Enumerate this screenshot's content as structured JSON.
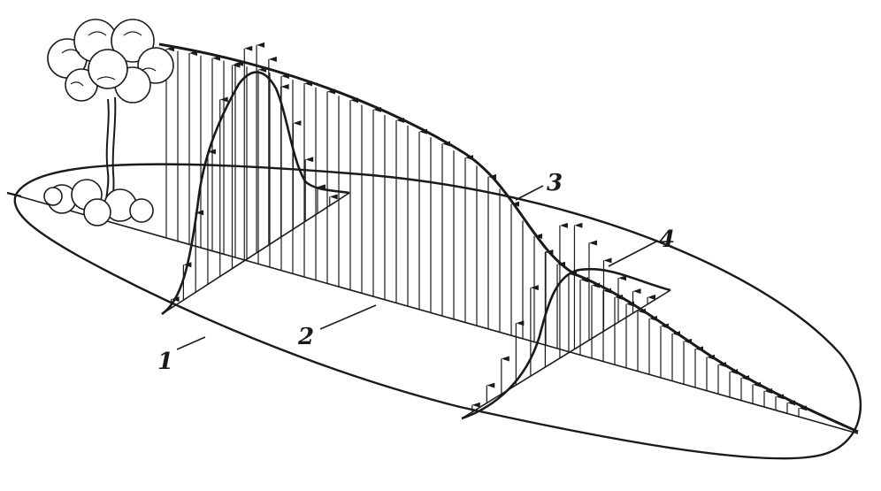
{
  "figure": {
    "ink_color": "#1a1a1a",
    "paper_color": "#ffffff",
    "labels": [
      {
        "id": "label-1",
        "text": "1"
      },
      {
        "id": "label-2",
        "text": "2"
      },
      {
        "id": "label-3",
        "text": "3"
      },
      {
        "id": "label-4",
        "text": "4"
      }
    ]
  }
}
